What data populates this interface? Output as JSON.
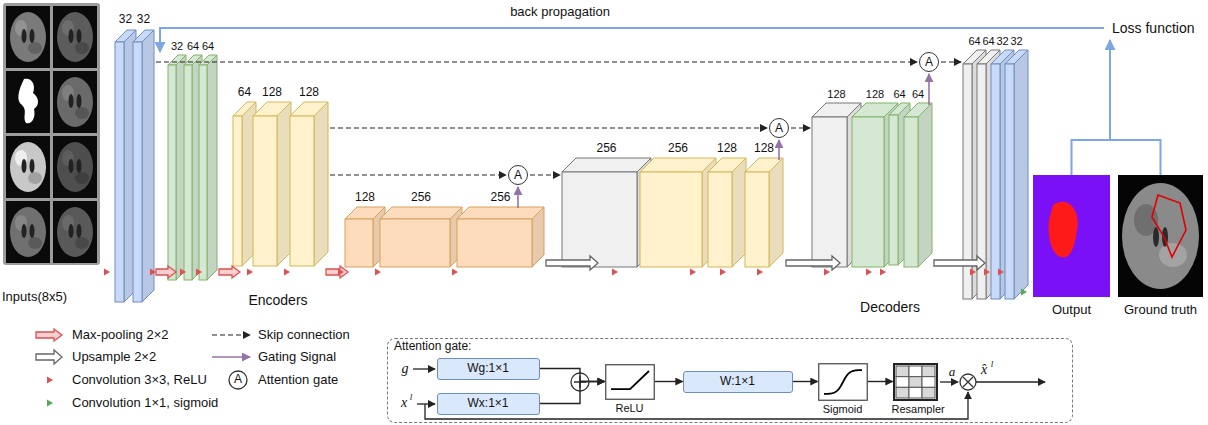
{
  "diagram": {
    "nodes": [
      {
        "text": [
          "Inputs(8x5)"
        ]
      },
      {
        "text": [
          "A"
        ]
      },
      {
        "text": [
          "A"
        ]
      },
      {
        "text": [
          "A"
        ]
      },
      {
        "text": [
          "Output"
        ]
      },
      {
        "text": [
          "Ground truth"
        ]
      },
      {
        "text": [
          "Attention gate:"
        ]
      },
      {
        "text": [
          "Wg:1×1"
        ],
        "in": 6
      },
      {
        "text": [
          "Wx:1×1"
        ],
        "in": 6
      },
      {
        "text": [
          "ReLU"
        ],
        "in": 6
      },
      {
        "text": [
          "W:1×1"
        ],
        "in": 6
      },
      {
        "text": [
          "Sigmoid"
        ],
        "in": 6
      },
      {
        "text": [
          "Resampler"
        ],
        "in": 6
      }
    ],
    "edges": [
      {
        "from": 7,
        "to": 9,
        "arrow": "to"
      },
      {
        "from": 8,
        "to": 9,
        "arrow": "to"
      },
      {
        "from": 9,
        "to": 10,
        "arrow": "to"
      },
      {
        "from": 10,
        "to": 11,
        "arrow": "to"
      },
      {
        "from": 11,
        "to": 12,
        "arrow": "to"
      }
    ],
    "labels": [
      "back propagation",
      "Loss function",
      "32",
      "32",
      "32",
      "64",
      "64",
      "64",
      "128",
      "128",
      "128",
      "256",
      "256",
      "256",
      "256",
      "128",
      "128",
      "128",
      "128",
      "64",
      "64",
      "64",
      "64",
      "32",
      "32",
      "Encoders",
      "Decoders",
      "A",
      "g",
      "x",
      "l",
      "a",
      "x̂",
      "l"
    ],
    "legend": [
      {
        "text": "Max-pooling 2×2"
      },
      {
        "text": "Upsample 2×2"
      },
      {
        "text": "Convolution 3×3, ReLU"
      },
      {
        "text": "Convolution 1×1, sigmoid"
      },
      {
        "text": "Skip connection"
      },
      {
        "text": "Gating Signal"
      },
      {
        "text": "Attention gate"
      }
    ]
  }
}
